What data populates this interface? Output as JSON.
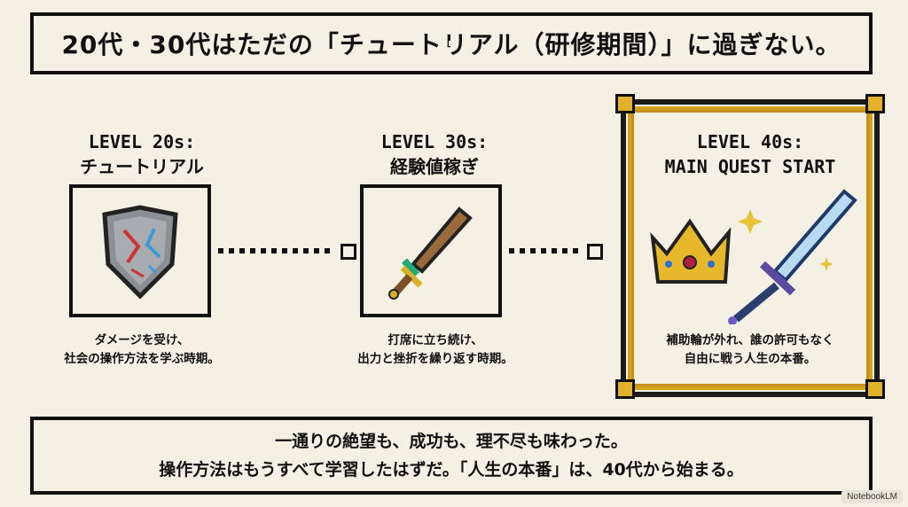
{
  "title": "20代・30代はただの「チュートリアル（研修期間）」に過ぎない。",
  "stages": [
    {
      "level": "LEVEL 20s:",
      "name": "チュートリアル",
      "icon": "shield-icon",
      "desc_line1": "ダメージを受け、",
      "desc_line2": "社会の操作方法を学ぶ時期。"
    },
    {
      "level": "LEVEL 30s:",
      "name": "経験値稼ぎ",
      "icon": "wooden-sword-icon",
      "desc_line1": "打席に立ち続け、",
      "desc_line2": "出力と挫折を繰り返す時期。"
    },
    {
      "level": "LEVEL 40s:",
      "name": "MAIN QUEST START",
      "icon": "crown-and-sword-icon",
      "desc_line1": "補助輪が外れ、誰の許可もなく",
      "desc_line2": "自由に戦う人生の本番。"
    }
  ],
  "footer": {
    "line1": "一通りの絶望も、成功も、理不尽も味わった。",
    "line2": "操作方法はもうすべて学習したはずだ。「人生の本番」は、40代から始まる。"
  },
  "badge": "NotebookLM",
  "colors": {
    "background": "#f4f1e4",
    "ink": "#111111",
    "gold": "#d3a21d"
  }
}
